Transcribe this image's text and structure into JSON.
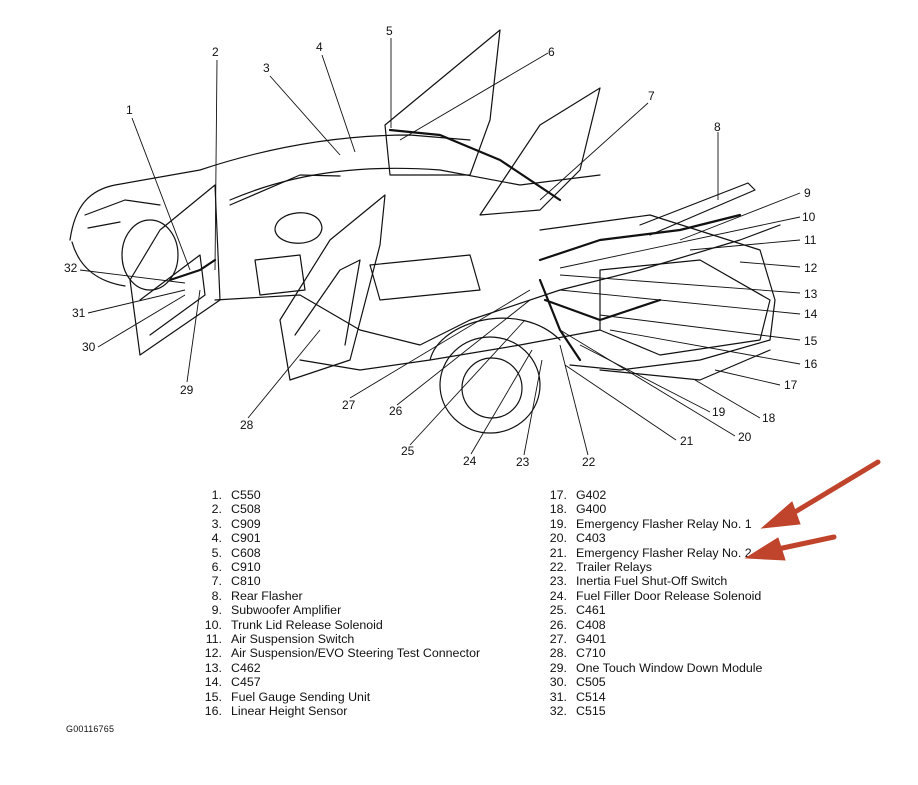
{
  "figure_id": "G00116765",
  "callouts": [
    "1",
    "2",
    "3",
    "4",
    "5",
    "6",
    "7",
    "8",
    "9",
    "10",
    "11",
    "12",
    "13",
    "14",
    "15",
    "16",
    "17",
    "18",
    "19",
    "20",
    "21",
    "22",
    "23",
    "24",
    "25",
    "26",
    "27",
    "28",
    "29",
    "30",
    "31",
    "32"
  ],
  "legend": {
    "left": [
      {
        "num": "1.",
        "text": "C550"
      },
      {
        "num": "2.",
        "text": "C508"
      },
      {
        "num": "3.",
        "text": "C909"
      },
      {
        "num": "4.",
        "text": "C901"
      },
      {
        "num": "5.",
        "text": "C608"
      },
      {
        "num": "6.",
        "text": "C910"
      },
      {
        "num": "7.",
        "text": "C810"
      },
      {
        "num": "8.",
        "text": "Rear Flasher"
      },
      {
        "num": "9.",
        "text": "Subwoofer Amplifier"
      },
      {
        "num": "10.",
        "text": "Trunk Lid Release Solenoid"
      },
      {
        "num": "11.",
        "text": "Air Suspension Switch"
      },
      {
        "num": "12.",
        "text": "Air Suspension/EVO Steering Test Connector"
      },
      {
        "num": "13.",
        "text": "C462"
      },
      {
        "num": "14.",
        "text": "C457"
      },
      {
        "num": "15.",
        "text": "Fuel Gauge Sending Unit"
      },
      {
        "num": "16.",
        "text": "Linear Height Sensor"
      }
    ],
    "right": [
      {
        "num": "17.",
        "text": "G402"
      },
      {
        "num": "18.",
        "text": "G400"
      },
      {
        "num": "19.",
        "text": "Emergency Flasher Relay No. 1"
      },
      {
        "num": "20.",
        "text": "C403"
      },
      {
        "num": "21.",
        "text": "Emergency Flasher Relay No. 2"
      },
      {
        "num": "22.",
        "text": "Trailer Relays"
      },
      {
        "num": "23.",
        "text": "Inertia Fuel Shut-Off Switch"
      },
      {
        "num": "24.",
        "text": "Fuel Filler Door Release Solenoid"
      },
      {
        "num": "25.",
        "text": "C461"
      },
      {
        "num": "26.",
        "text": "C408"
      },
      {
        "num": "27.",
        "text": "G401"
      },
      {
        "num": "28.",
        "text": "C710"
      },
      {
        "num": "29.",
        "text": "One Touch Window Down Module"
      },
      {
        "num": "30.",
        "text": "C505"
      },
      {
        "num": "31.",
        "text": "C514"
      },
      {
        "num": "32.",
        "text": "C515"
      }
    ]
  },
  "colors": {
    "line": "#111111",
    "arrow": "#c0442c"
  },
  "annotation_arrows": {
    "icon": "red-arrow-icon",
    "points_to": [
      "19",
      "21"
    ]
  }
}
